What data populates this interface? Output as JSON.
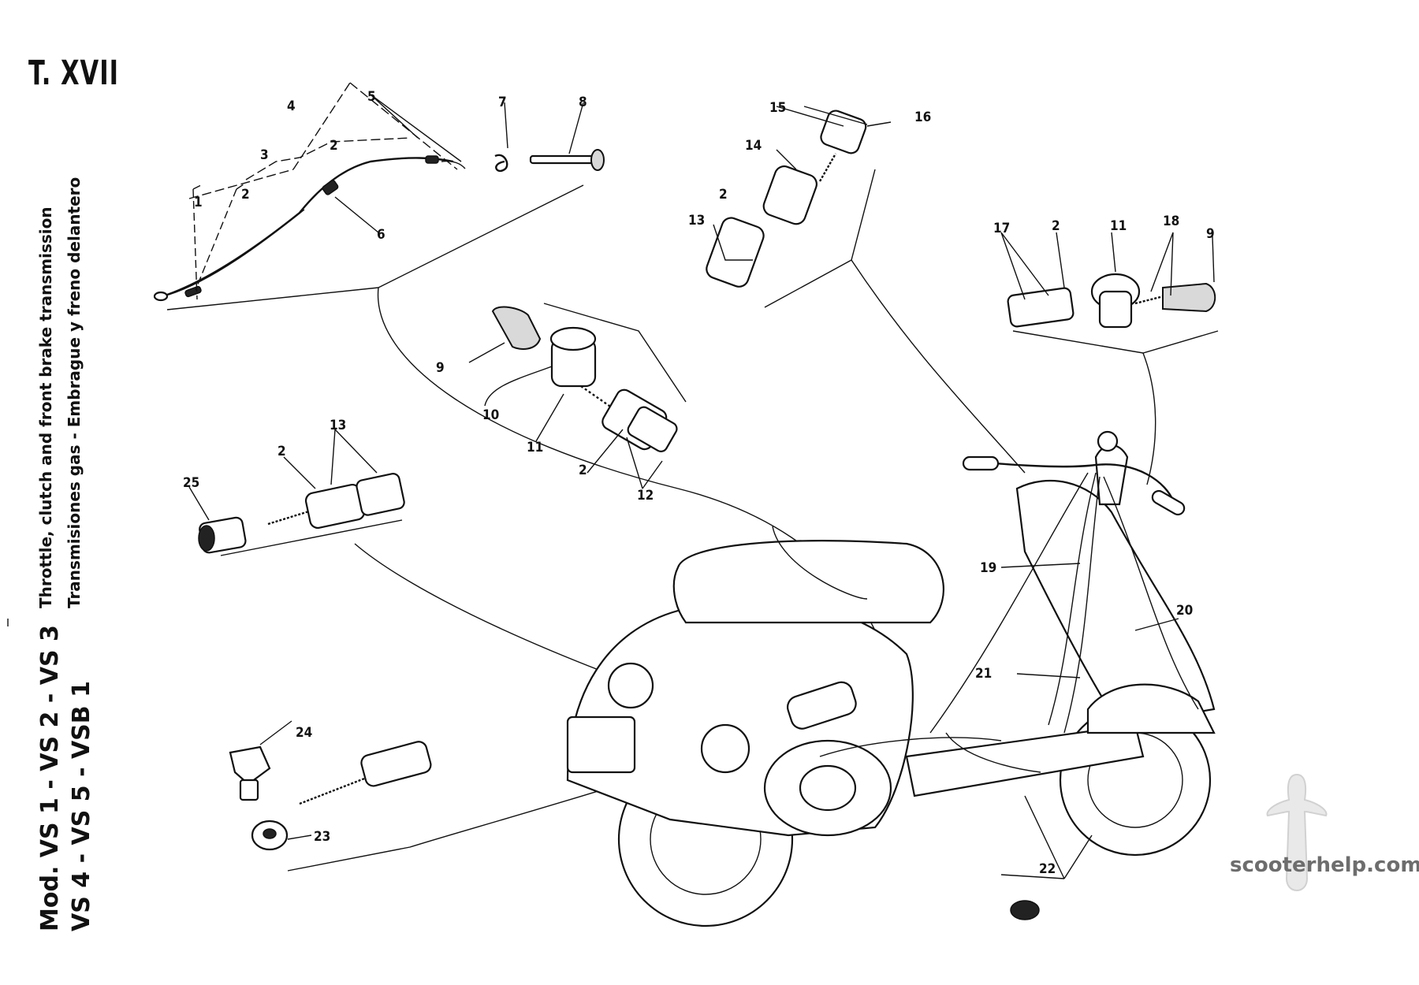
{
  "plate_number": "T. XVII",
  "title_en": "Throttle, clutch and front brake transmission",
  "title_es": "Transmisiones gas - Embrague y freno delantero",
  "models_line1": "Mod. VS 1 - VS 2 - VS 3",
  "models_line2": "VS 4 - VS 5 - VSB 1",
  "watermark": "scooterhelp.com",
  "callouts": [
    "1",
    "2",
    "3",
    "4",
    "5",
    "6",
    "7",
    "8",
    "9",
    "10",
    "11",
    "12",
    "13",
    "14",
    "15",
    "16",
    "17",
    "18",
    "19",
    "20",
    "21",
    "22",
    "23",
    "24",
    "25"
  ]
}
